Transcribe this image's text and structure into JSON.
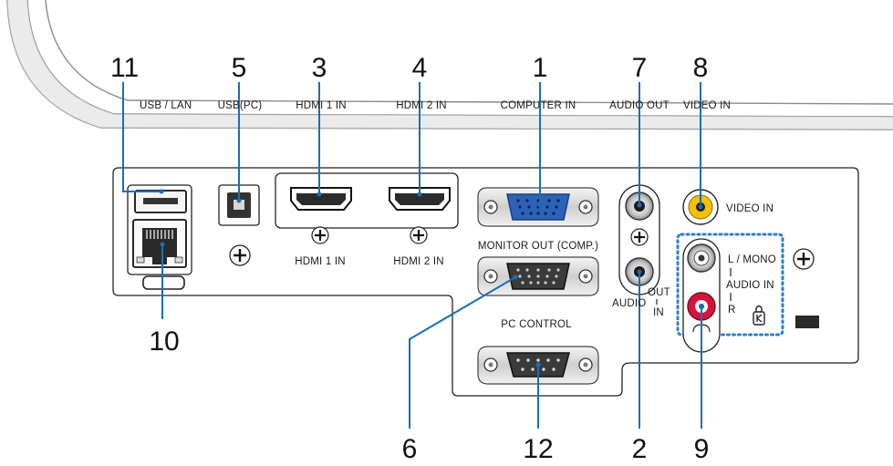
{
  "top_labels": {
    "usb_lan": "USB / LAN",
    "usb_pc": "USB(PC)",
    "hdmi1": "HDMI 1 IN",
    "hdmi2": "HDMI 2 IN",
    "computer_in": "COMPUTER IN",
    "audio_out": "AUDIO OUT",
    "video_in": "VIDEO IN"
  },
  "panel_labels": {
    "hdmi1": "HDMI 1 IN",
    "hdmi2": "HDMI 2 IN",
    "monitor_out": "MONITOR OUT (COMP.)",
    "pc_control": "PC  CONTROL",
    "video_in": "VIDEO IN",
    "l_mono": "L / MONO",
    "audio_in": "AUDIO IN",
    "r": "R",
    "audio": "AUDIO",
    "out": "OUT",
    "in": "IN"
  },
  "callouts": {
    "n1": "1",
    "n2": "2",
    "n3": "3",
    "n4": "4",
    "n5": "5",
    "n6": "6",
    "n7": "7",
    "n8": "8",
    "n9": "9",
    "n10": "10",
    "n11": "11",
    "n12": "12"
  },
  "colors": {
    "leader": "#1a6fb5",
    "vga_blue": "#2e62b8",
    "video_yellow": "#f2c200",
    "audio_red": "#d4143c",
    "dotted_box": "#2a7fd0"
  }
}
